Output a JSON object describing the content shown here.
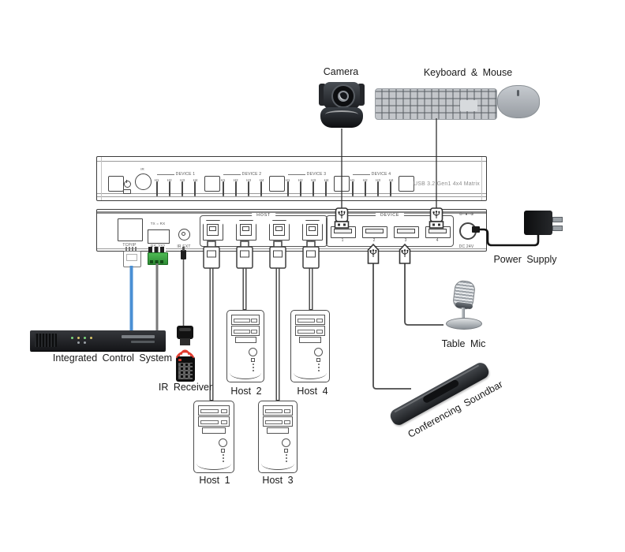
{
  "labels": {
    "camera": "Camera",
    "keyboard_mouse": "Keyboard & Mouse",
    "power_supply": "Power Supply",
    "table_mic": "Table Mic",
    "soundbar": "Conferencing Soundbar",
    "control_system": "Integrated Control System",
    "ir_receiver": "IR Receiver",
    "host1": "Host 1",
    "host2": "Host 2",
    "host3": "Host 3",
    "host4": "Host 4"
  },
  "front_panel": {
    "model_text": "USB 3.2 Gen1 4x4 Matrix",
    "ir_window_label": "IR",
    "groups": [
      {
        "label": "DEVICE 1",
        "leds": [
          "H1",
          "H2",
          "H3",
          "H4"
        ]
      },
      {
        "label": "DEVICE 2",
        "leds": [
          "H1",
          "H2",
          "H3",
          "H4"
        ]
      },
      {
        "label": "DEVICE 3",
        "leds": [
          "H1",
          "H2",
          "H3",
          "H4"
        ]
      },
      {
        "label": "DEVICE 4",
        "leds": [
          "H1",
          "H2",
          "H3",
          "H4"
        ]
      }
    ]
  },
  "rear_panel": {
    "tcpip_label": "TCP/IP",
    "rs232_top_label": "TX = RX",
    "rs232_label": "RS-232",
    "ir_ext_label": "IR EXT",
    "host_section_label": "HOST",
    "device_section_label": "DEVICE",
    "host_ports": [
      "1",
      "2",
      "3",
      "4"
    ],
    "device_ports": [
      "1",
      "2",
      "3",
      "4"
    ],
    "dc_label": "DC 24V",
    "polarity_symbol": "⊖─●─⊕"
  },
  "colors": {
    "cable_blue": "#4a8fd4",
    "phoenix_green": "#3fae49",
    "ir_signal_red": "#e23b2e"
  }
}
